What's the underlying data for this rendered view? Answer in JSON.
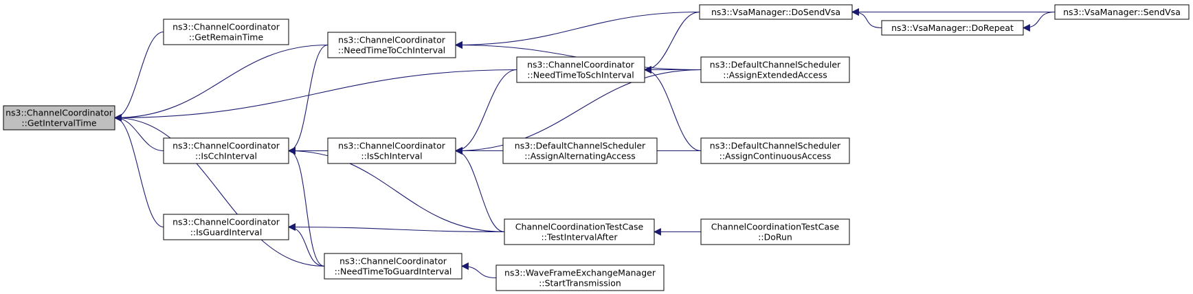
{
  "colors": {
    "edge": "#191970",
    "node_border": "#000000",
    "focus_fill": "#bfbfbf",
    "node_fill": "#ffffff"
  },
  "nodes": [
    {
      "id": "getIntervalTime",
      "lines": [
        "ns3::ChannelCoordinator",
        "::GetIntervalTime"
      ]
    },
    {
      "id": "getRemainTime",
      "lines": [
        "ns3::ChannelCoordinator",
        "::GetRemainTime"
      ]
    },
    {
      "id": "needTimeToCch",
      "lines": [
        "ns3::ChannelCoordinator",
        "::NeedTimeToCchInterval"
      ]
    },
    {
      "id": "isCch",
      "lines": [
        "ns3::ChannelCoordinator",
        "::IsCchInterval"
      ]
    },
    {
      "id": "isGuard",
      "lines": [
        "ns3::ChannelCoordinator",
        "::IsGuardInterval"
      ]
    },
    {
      "id": "needTimeToGuard",
      "lines": [
        "ns3::ChannelCoordinator",
        "::NeedTimeToGuardInterval"
      ]
    },
    {
      "id": "isSch",
      "lines": [
        "ns3::ChannelCoordinator",
        "::IsSchInterval"
      ]
    },
    {
      "id": "needTimeToSch",
      "lines": [
        "ns3::ChannelCoordinator",
        "::NeedTimeToSchInterval"
      ]
    },
    {
      "id": "assignAlternating",
      "lines": [
        "ns3::DefaultChannelScheduler",
        "::AssignAlternatingAccess"
      ]
    },
    {
      "id": "testIntervalAfter",
      "lines": [
        "ChannelCoordinationTestCase",
        "::TestIntervalAfter"
      ]
    },
    {
      "id": "startTransmission",
      "lines": [
        "ns3::WaveFrameExchangeManager",
        "::StartTransmission"
      ]
    },
    {
      "id": "doSendVsa",
      "lines": [
        "ns3::VsaManager::DoSendVsa"
      ]
    },
    {
      "id": "assignExtended",
      "lines": [
        "ns3::DefaultChannelScheduler",
        "::AssignExtendedAccess"
      ]
    },
    {
      "id": "assignContinuous",
      "lines": [
        "ns3::DefaultChannelScheduler",
        "::AssignContinuousAccess"
      ]
    },
    {
      "id": "doRun",
      "lines": [
        "ChannelCoordinationTestCase",
        "::DoRun"
      ]
    },
    {
      "id": "doRepeat",
      "lines": [
        "ns3::VsaManager::DoRepeat"
      ]
    },
    {
      "id": "sendVsa",
      "lines": [
        "ns3::VsaManager::SendVsa"
      ]
    }
  ],
  "edges": [
    {
      "from": "getRemainTime",
      "to": "getIntervalTime"
    },
    {
      "from": "needTimeToCch",
      "to": "getIntervalTime"
    },
    {
      "from": "needTimeToSch",
      "to": "getIntervalTime"
    },
    {
      "from": "isCch",
      "to": "getIntervalTime"
    },
    {
      "from": "isGuard",
      "to": "getIntervalTime"
    },
    {
      "from": "needTimeToGuard",
      "to": "getIntervalTime"
    },
    {
      "from": "doSendVsa",
      "to": "needTimeToCch"
    },
    {
      "from": "assignExtended",
      "to": "needTimeToCch"
    },
    {
      "from": "needTimeToCch",
      "to": "isCch"
    },
    {
      "from": "isSch",
      "to": "isCch"
    },
    {
      "from": "testIntervalAfter",
      "to": "isCch"
    },
    {
      "from": "needTimeToGuard",
      "to": "isCch"
    },
    {
      "from": "testIntervalAfter",
      "to": "isGuard"
    },
    {
      "from": "needTimeToGuard",
      "to": "isGuard"
    },
    {
      "from": "startTransmission",
      "to": "needTimeToGuard"
    },
    {
      "from": "needTimeToSch",
      "to": "isSch"
    },
    {
      "from": "assignExtended",
      "to": "isSch"
    },
    {
      "from": "assignAlternating",
      "to": "isSch"
    },
    {
      "from": "assignContinuous",
      "to": "isSch"
    },
    {
      "from": "testIntervalAfter",
      "to": "isSch"
    },
    {
      "from": "doSendVsa",
      "to": "needTimeToSch"
    },
    {
      "from": "assignExtended",
      "to": "needTimeToSch"
    },
    {
      "from": "assignContinuous",
      "to": "needTimeToSch"
    },
    {
      "from": "doRun",
      "to": "testIntervalAfter"
    },
    {
      "from": "sendVsa",
      "to": "doSendVsa"
    },
    {
      "from": "doRepeat",
      "to": "doSendVsa"
    },
    {
      "from": "sendVsa",
      "to": "doRepeat"
    }
  ]
}
